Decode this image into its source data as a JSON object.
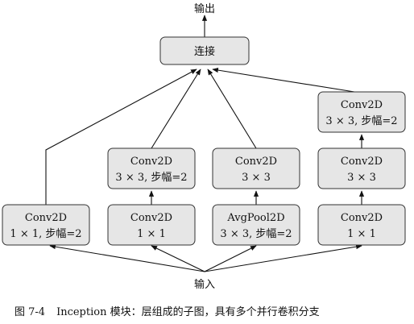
{
  "output_label": "输出",
  "input_label": "输入",
  "concat_label": "连接",
  "branches": [
    {
      "boxes": [
        {
          "line1": "Conv2D",
          "line2": "1 × 1, 步幅=2"
        }
      ]
    },
    {
      "boxes": [
        {
          "line1": "Conv2D",
          "line2": "1 × 1"
        },
        {
          "line1": "Conv2D",
          "line2": "3 × 3, 步幅=2"
        }
      ]
    },
    {
      "boxes": [
        {
          "line1": "AvgPool2D",
          "line2": "3 × 3, 步幅=2"
        },
        {
          "line1": "Conv2D",
          "line2": "3 × 3"
        }
      ]
    },
    {
      "boxes": [
        {
          "line1": "Conv2D",
          "line2": "1 × 1"
        },
        {
          "line1": "Conv2D",
          "line2": "3 × 3"
        },
        {
          "line1": "Conv2D",
          "line2": "3 × 3, 步幅=2"
        }
      ]
    }
  ],
  "caption": {
    "figure_number": "图 7-4",
    "text": "Inception 模块：层组成的子图，具有多个并行卷积分支"
  }
}
